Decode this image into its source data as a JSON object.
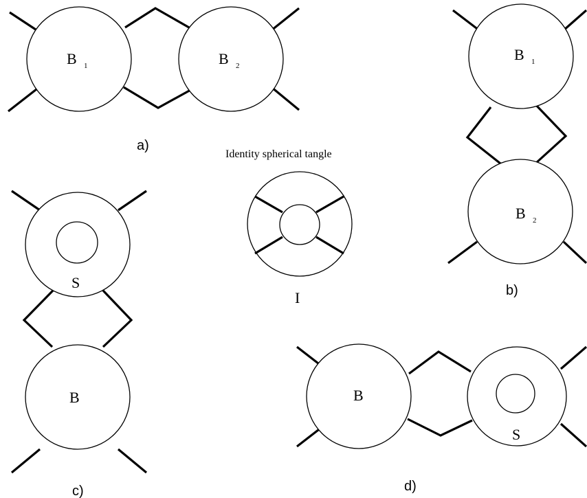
{
  "title": "Identity spherical tangle",
  "panels": {
    "a": {
      "caption": "a)",
      "ball1": {
        "letter": "B",
        "index": "1"
      },
      "ball2": {
        "letter": "B",
        "index": "2"
      }
    },
    "b": {
      "caption": "b)",
      "ball1": {
        "letter": "B",
        "index": "1"
      },
      "ball2": {
        "letter": "B",
        "index": "2"
      }
    },
    "c": {
      "caption": "c)",
      "top_label": "S",
      "bottom_label": "B"
    },
    "d": {
      "caption": "d)",
      "left_label": "B",
      "right_label": "S"
    },
    "identity": {
      "label": "I"
    }
  }
}
